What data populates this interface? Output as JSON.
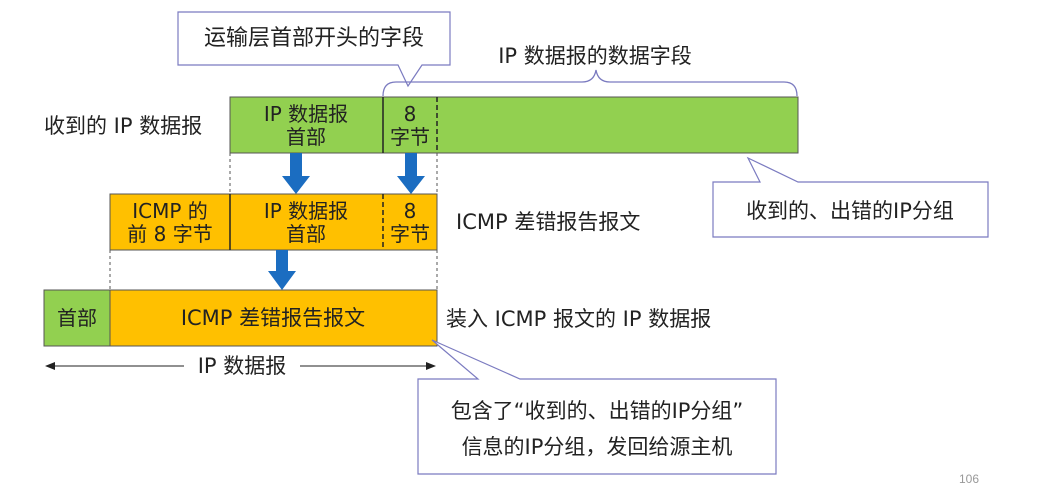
{
  "callouts": {
    "top": "运输层首部开头的字段",
    "right": "收到的、出错的IP分组",
    "bottom_line1": "包含了“收到的、出错的IP分组”",
    "bottom_line2": "信息的IP分组，发回给源主机"
  },
  "brace_label": "IP 数据报的数据字段",
  "rows": {
    "received": {
      "label": "收到的 IP 数据报",
      "header_l1": "IP 数据报",
      "header_l2": "首部",
      "bytes_l1": "8",
      "bytes_l2": "字节"
    },
    "icmp": {
      "icmp_l1": "ICMP 的",
      "icmp_l2": "前 8 字节",
      "header_l1": "IP 数据报",
      "header_l2": "首部",
      "bytes_l1": "8",
      "bytes_l2": "字节",
      "label": "ICMP 差错报告报文"
    },
    "packet": {
      "head": "首部",
      "body": "ICMP 差错报告报文",
      "label": "装入 ICMP 报文的 IP 数据报",
      "span_label": "IP 数据报"
    }
  },
  "page_number": "106",
  "colors": {
    "green": "#92d050",
    "orange": "#ffc000",
    "arrow": "#1b6dc1",
    "callout_border": "#7b7bc0"
  }
}
